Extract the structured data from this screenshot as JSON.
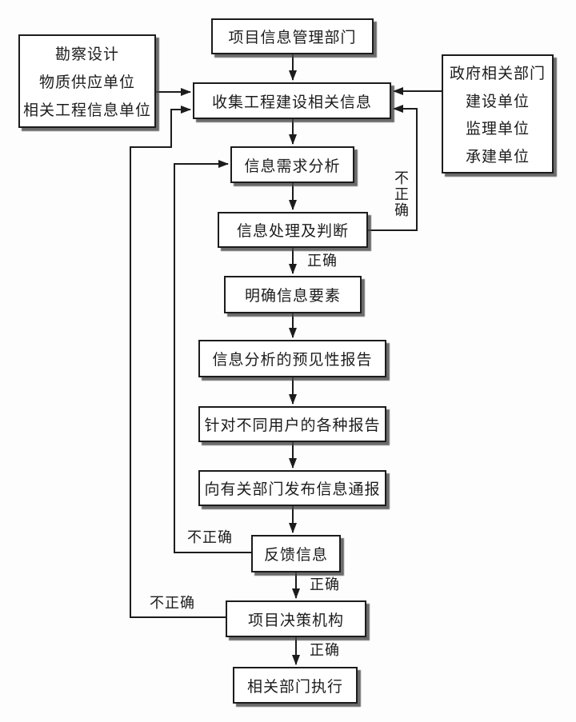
{
  "flowchart": {
    "nodes": {
      "top": "项目信息管理部门",
      "collect": "收集工程建设相关信息",
      "demand": "信息需求分析",
      "process": "信息处理及判断",
      "elements": "明确信息要素",
      "foresight": "信息分析的预见性报告",
      "reports": "针对不同用户的各种报告",
      "notify": "向有关部门发布信息通报",
      "feedback": "反馈信息",
      "decision": "项目决策机构",
      "execute": "相关部门执行"
    },
    "left_sources": {
      "lines": [
        "勘察设计",
        "物质供应单位",
        "相关工程信息单位"
      ]
    },
    "right_sources": {
      "lines": [
        "政府相关部门",
        "建设单位",
        "监理单位",
        "承建单位"
      ]
    },
    "edge_labels": {
      "correct": "正确",
      "incorrect": "不正确"
    },
    "colors": {
      "background": "#fdfdfd",
      "box_fill": "#ffffff",
      "stroke": "#1c1c1c",
      "shadow": "#464646"
    }
  }
}
